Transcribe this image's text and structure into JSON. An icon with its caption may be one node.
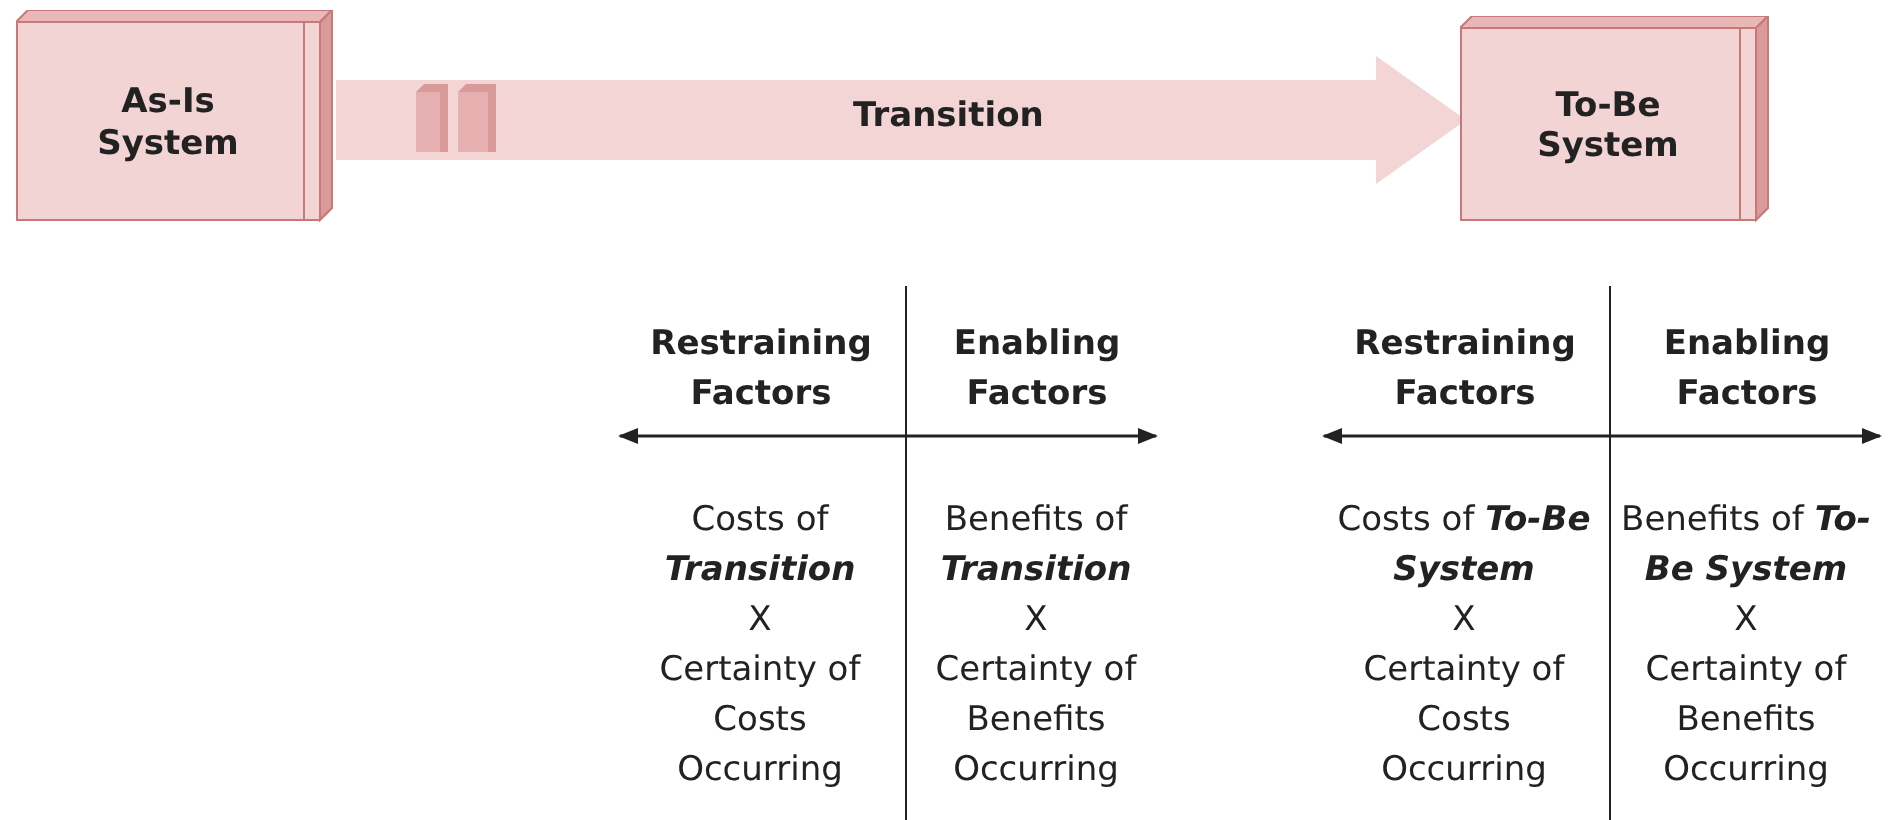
{
  "diagram": {
    "nodes": [
      {
        "text": [
          "As-Is System"
        ]
      },
      {
        "text": [
          "To-Be System"
        ]
      }
    ],
    "edges": [
      {
        "from": 0,
        "to": 1,
        "arrow": "to",
        "label": "Transition"
      }
    ],
    "labels": [
      "Restraining Factors",
      "Enabling Factors",
      "Restraining Factors",
      "Enabling Factors",
      "Costs of **Transition**",
      "Benefits of **Transition**",
      "Costs of **To-Be System**",
      "Benefits of **To-Be System**",
      "X",
      "X",
      "X",
      "X",
      "Certainty of Costs Occurring",
      "Certainty of Benefits Occurring",
      "Certainty of Costs Occurring",
      "Certainty of Benefits Occurring"
    ]
  }
}
